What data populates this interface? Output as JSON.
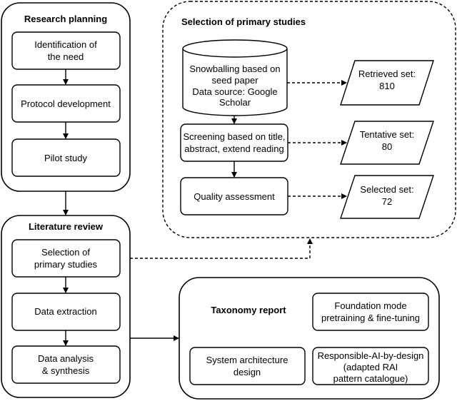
{
  "research_planning": {
    "title": "Research planning",
    "identification": [
      "Identification of",
      "the need"
    ],
    "protocol": "Protocol development",
    "pilot": "Pilot study"
  },
  "literature_review": {
    "title": "Literature review",
    "selection": [
      "Selection of",
      "primary studies"
    ],
    "extraction": "Data extraction",
    "analysis": [
      "Data analysis",
      "& synthesis"
    ]
  },
  "selection_primary": {
    "title": "Selection of primary studies",
    "snowballing": [
      "Snowballing based on",
      "seed paper",
      "Data source: Google",
      "Scholar"
    ],
    "screening": [
      "Screening based on title,",
      "abstract, extend reading"
    ],
    "quality": "Quality assessment",
    "retrieved": [
      "Retrieved set:",
      "810"
    ],
    "tentative": [
      "Tentative set:",
      "80"
    ],
    "selected": [
      "Selected set:",
      "72"
    ]
  },
  "taxonomy": {
    "title": "Taxonomy report",
    "foundation": [
      "Foundation mode",
      "pretraining & fine-tuning"
    ],
    "architecture": [
      "System architecture",
      "design"
    ],
    "rai": [
      "Responsible-AI-by-design",
      "(adapted RAI",
      "pattern catalogue)"
    ]
  }
}
